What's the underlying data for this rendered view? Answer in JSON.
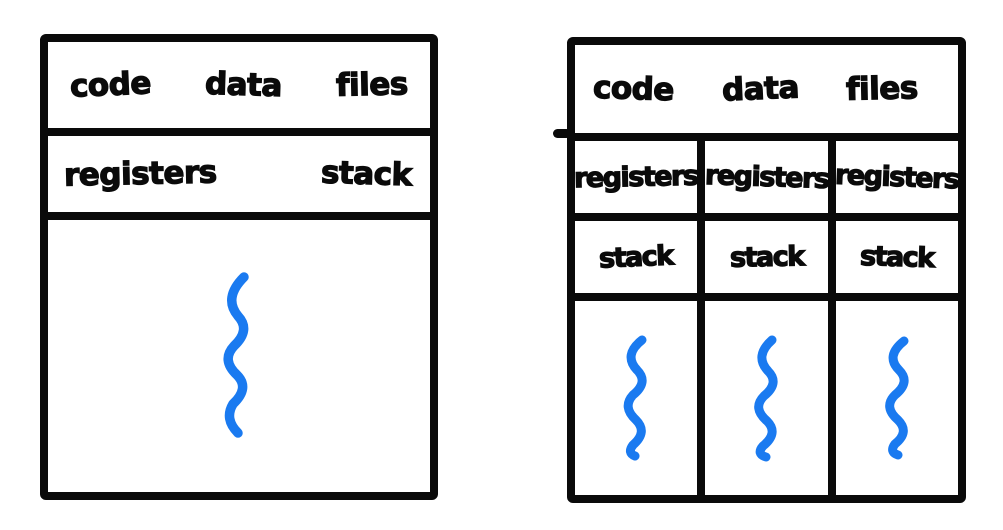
{
  "colors": {
    "ink": "#0a0a0a",
    "thread_blue": "#1a7af0",
    "background": "#ffffff"
  },
  "icons": {
    "thread_squiggle_icon": "∿"
  },
  "left_diagram": {
    "header_labels": [
      "code",
      "data",
      "files"
    ],
    "registers_label": "registers",
    "stack_label": "stack",
    "thread_count": 1
  },
  "right_diagram": {
    "header_labels": [
      "code",
      "data",
      "files"
    ],
    "columns": [
      {
        "registers_label": "registers",
        "stack_label": "stack"
      },
      {
        "registers_label": "registers",
        "stack_label": "stack"
      },
      {
        "registers_label": "registers",
        "stack_label": "stack"
      }
    ],
    "thread_count": 3
  }
}
